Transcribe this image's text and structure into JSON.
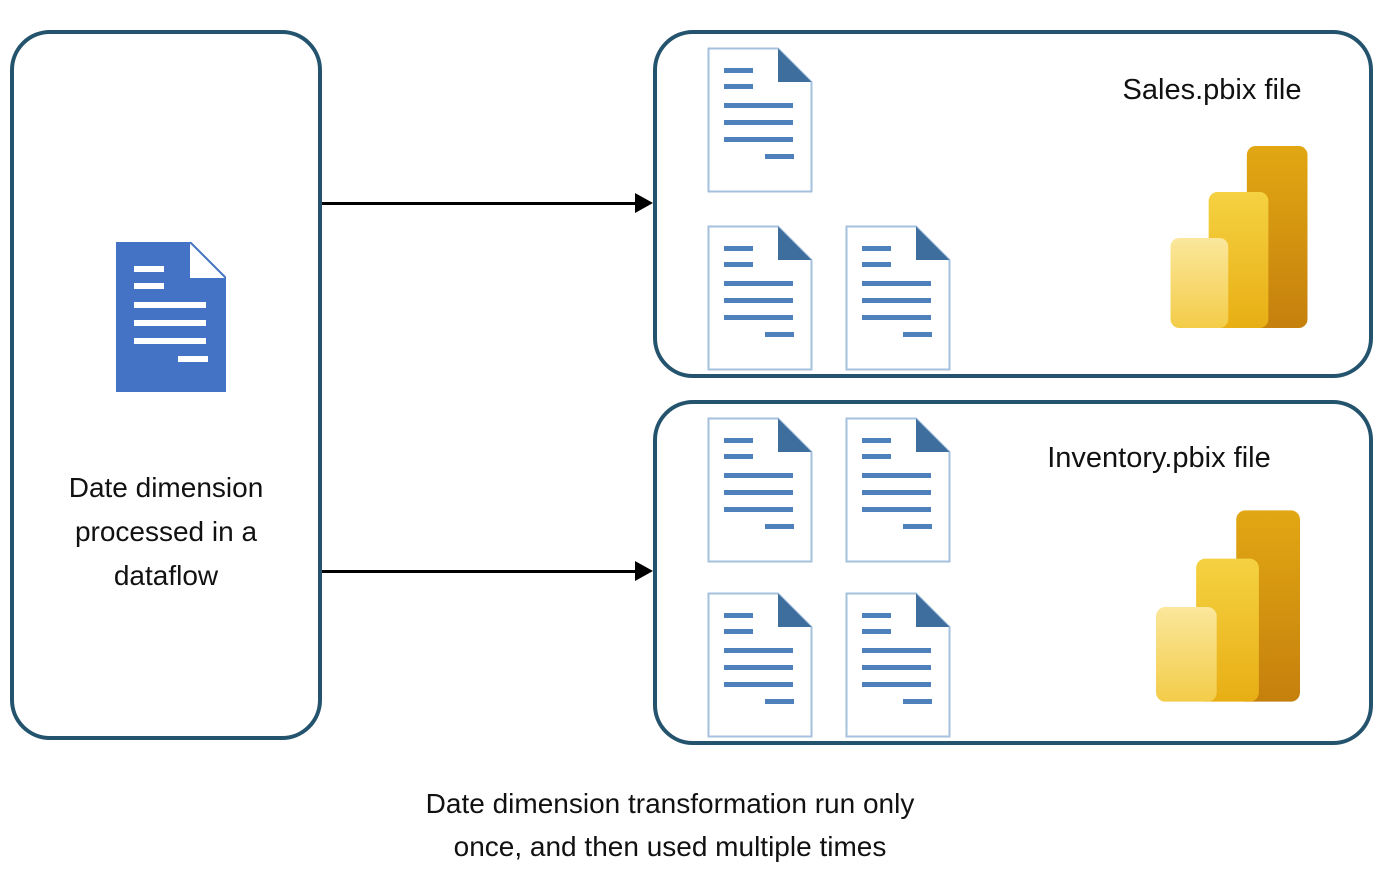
{
  "colors": {
    "box_border": "#24536E",
    "arrow": "#000000",
    "text": "#111111",
    "doc_blue": "#4472C4",
    "doc_outline": "#A6C1DE",
    "doc_line": "#4E80BC",
    "doc_fold": "#3E6E9E",
    "powerbi_light_top": "#FBE79C",
    "powerbi_light_bottom": "#F3CC48",
    "powerbi_mid_top": "#F5D242",
    "powerbi_mid_bottom": "#E8AE14",
    "powerbi_dark_top": "#E2A713",
    "powerbi_dark_bottom": "#C5800D"
  },
  "source": {
    "label": "Date dimension processed in a dataflow",
    "icon": "document-blue-icon"
  },
  "targets": [
    {
      "title": "Sales.pbix file",
      "document_count": 3,
      "logo": "powerbi-logo-icon"
    },
    {
      "title": "Inventory.pbix file",
      "document_count": 4,
      "logo": "powerbi-logo-icon"
    }
  ],
  "caption": {
    "lines": [
      "Date dimension transformation run only",
      "once, and then used multiple times"
    ]
  }
}
